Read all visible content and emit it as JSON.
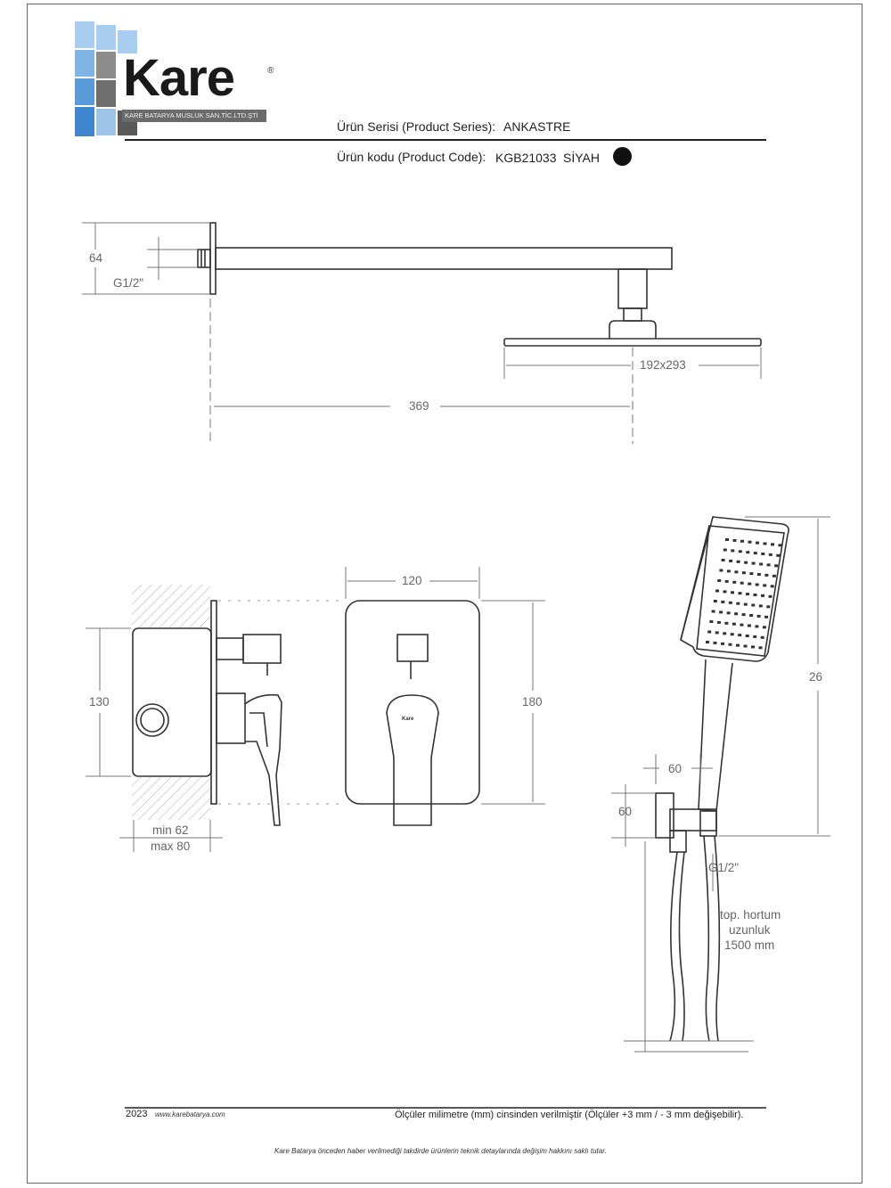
{
  "brand": {
    "name": "Kare",
    "registered_mark": "®",
    "subtitle": "KARE BATARYA MUSLUK SAN.TİC.LTD.ŞTİ"
  },
  "header": {
    "series_label": "Ürün Serisi (Product Series):",
    "series_value": "ANKASTRE",
    "code_label": "Ürün kodu (Product Code):",
    "code_value": "KGB21033",
    "color_value": "SİYAH",
    "color_swatch": "#111111"
  },
  "dimensions": {
    "arm_height": "64",
    "thread": "G1/2\"",
    "head_size": "192x293",
    "arm_length": "369",
    "mixer_width": "120",
    "box_height": "130",
    "plate_height": "180",
    "depth_min": "min 62",
    "depth_max": "max 80",
    "holder_width": "60",
    "holder_height": "60",
    "handset_height": "26",
    "hose_thread": "G1/2\"",
    "hose_line1": "top. hortum",
    "hose_line2": "uzunluk",
    "hose_line3": "1500 mm"
  },
  "labels": {
    "plate_logo": "Kare"
  },
  "footer": {
    "year": "2023",
    "website": "www.karebatarya.com",
    "note": "Ölçüler milimetre (mm) cinsinden verilmiştir (Ölçüler  +3 mm / - 3 mm değişebilir).",
    "disclaimer": "Kare Batarya önceden haber verilmediği takdirde ürünlerin teknik detaylarında değişim hakkını saklı tutar."
  }
}
